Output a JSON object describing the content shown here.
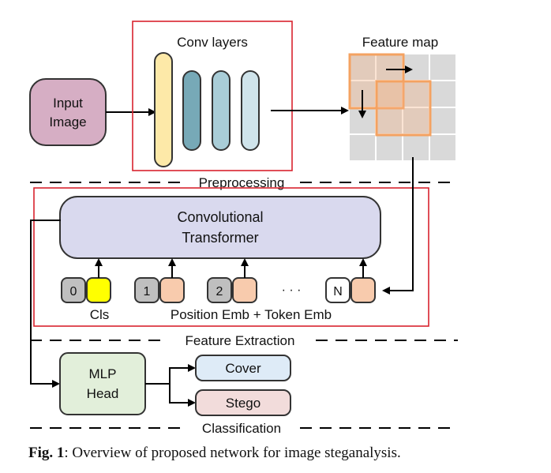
{
  "labels": {
    "input_image_line1": "Input",
    "input_image_line2": "Image",
    "conv_layers": "Conv layers",
    "feature_map": "Feature map",
    "preprocessing": "Preprocessing",
    "transformer_line1": "Convolutional",
    "transformer_line2": "Transformer",
    "token_0": "0",
    "token_1": "1",
    "token_2": "2",
    "token_n": "N",
    "ellipsis": "· · ·",
    "cls": "Cls",
    "position_token_emb": "Position Emb + Token Emb",
    "feature_extraction": "Feature Extraction",
    "mlp_line1": "MLP",
    "mlp_line2": "Head",
    "cover": "Cover",
    "stego": "Stego",
    "classification": "Classification"
  },
  "caption": {
    "prefix": "Fig. 1",
    "text": ": Overview of proposed network for image steganalysis."
  },
  "colors": {
    "input_image": "#d6aec4",
    "conv_first": "#fde9a8",
    "conv_dark": "#77a9b7",
    "conv_mid": "#a9cdd7",
    "conv_light": "#cfe3ea",
    "grid_cell": "#d9d9d9",
    "feature_window": "#f4b183",
    "transformer": "#d9d9ee",
    "token_index": "#bfbfbf",
    "cls_token": "#ffff00",
    "emb_token": "#f8cbad",
    "mlp_head": "#e2efda",
    "cover": "#deebf7",
    "stego": "#f2dcdb",
    "section_border": "#d9232e"
  }
}
